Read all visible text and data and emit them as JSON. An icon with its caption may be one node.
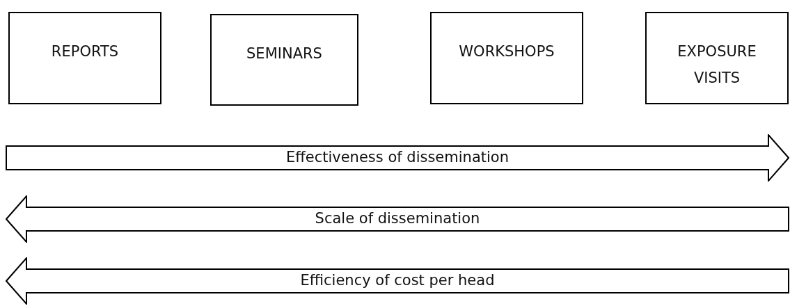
{
  "diagram": {
    "nodes": [
      {
        "text": [
          "REPORTS"
        ]
      },
      {
        "text": [
          "SEMINARS"
        ]
      },
      {
        "text": [
          "WORKSHOPS"
        ]
      },
      {
        "text": [
          "EXPOSURE VISITS"
        ]
      },
      {
        "text": [
          "Effectiveness of dissemination"
        ]
      },
      {
        "text": [
          "Scale of dissemination"
        ]
      },
      {
        "text": [
          "Efficiency of cost per head"
        ]
      }
    ],
    "edges": []
  }
}
